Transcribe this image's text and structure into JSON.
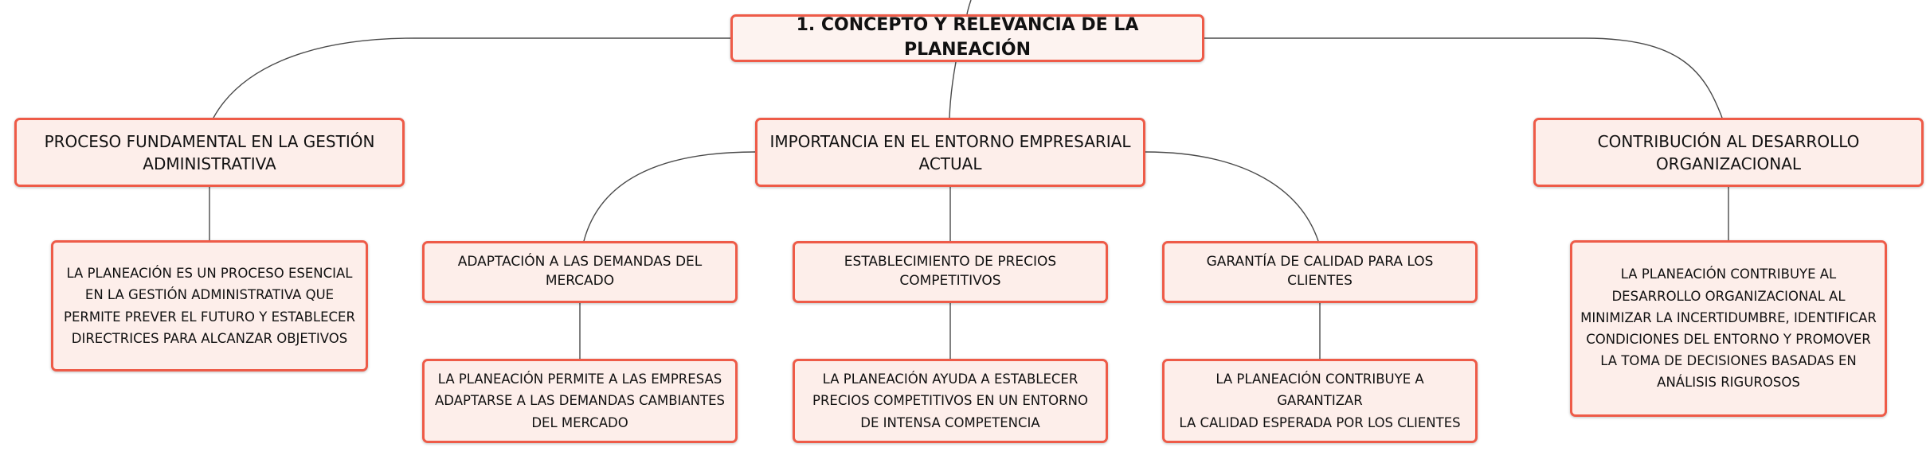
{
  "root": {
    "label": "1. CONCEPTO Y RELEVANCIA DE LA PLANEACIÓN"
  },
  "branches": [
    {
      "label_lines": [
        "PROCESO FUNDAMENTAL EN LA GESTIÓN",
        "ADMINISTRATIVA"
      ],
      "leaf_lines": [
        "LA PLANEACIÓN ES UN PROCESO ESENCIAL",
        "EN LA GESTIÓN ADMINISTRATIVA QUE",
        "PERMITE PREVER EL FUTURO Y ESTABLECER",
        "DIRECTRICES PARA ALCANZAR OBJETIVOS"
      ]
    },
    {
      "label_lines": [
        "IMPORTANCIA EN EL ENTORNO EMPRESARIAL",
        "ACTUAL"
      ],
      "children": [
        {
          "label_lines": [
            "ADAPTACIÓN A LAS DEMANDAS DEL",
            "MERCADO"
          ],
          "leaf_lines": [
            "LA PLANEACIÓN PERMITE A LAS EMPRESAS",
            "ADAPTARSE A LAS DEMANDAS CAMBIANTES",
            "DEL MERCADO"
          ]
        },
        {
          "label_lines": [
            "ESTABLECIMIENTO DE PRECIOS",
            "COMPETITIVOS"
          ],
          "leaf_lines": [
            "LA PLANEACIÓN AYUDA A ESTABLECER",
            "PRECIOS COMPETITIVOS EN UN ENTORNO",
            "DE INTENSA COMPETENCIA"
          ]
        },
        {
          "label_lines": [
            "GARANTÍA DE CALIDAD PARA LOS CLIENTES"
          ],
          "leaf_lines": [
            "LA PLANEACIÓN CONTRIBUYE A GARANTIZAR",
            "LA CALIDAD ESPERADA POR LOS CLIENTES"
          ]
        }
      ]
    },
    {
      "label_lines": [
        "CONTRIBUCIÓN AL DESARROLLO",
        "ORGANIZACIONAL"
      ],
      "leaf_lines": [
        "LA PLANEACIÓN CONTRIBUYE AL",
        "DESARROLLO ORGANIZACIONAL AL",
        "MINIMIZAR LA INCERTIDUMBRE, IDENTIFICAR",
        "CONDICIONES DEL ENTORNO Y PROMOVER",
        "LA TOMA DE DECISIONES BASADAS EN",
        "ANÁLISIS RIGUROSOS"
      ]
    }
  ],
  "colors": {
    "node_border": "#ee5b48",
    "node_fill": "#fdeeea",
    "connector": "#4a4a4a",
    "text": "#111111"
  }
}
